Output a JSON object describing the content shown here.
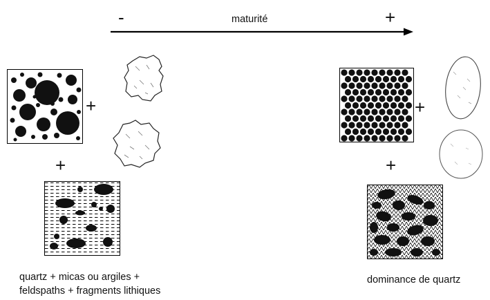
{
  "axis": {
    "minus_sign": "-",
    "plus_sign": "+",
    "label": "maturité"
  },
  "immature": {
    "plus_top": "+",
    "plus_bottom": "+",
    "caption_line1": "quartz + micas ou argiles +",
    "caption_line2": "feldspaths + fragments lithiques"
  },
  "mature": {
    "plus_top": "+",
    "plus_bottom": "+",
    "caption": "dominance de quartz"
  }
}
